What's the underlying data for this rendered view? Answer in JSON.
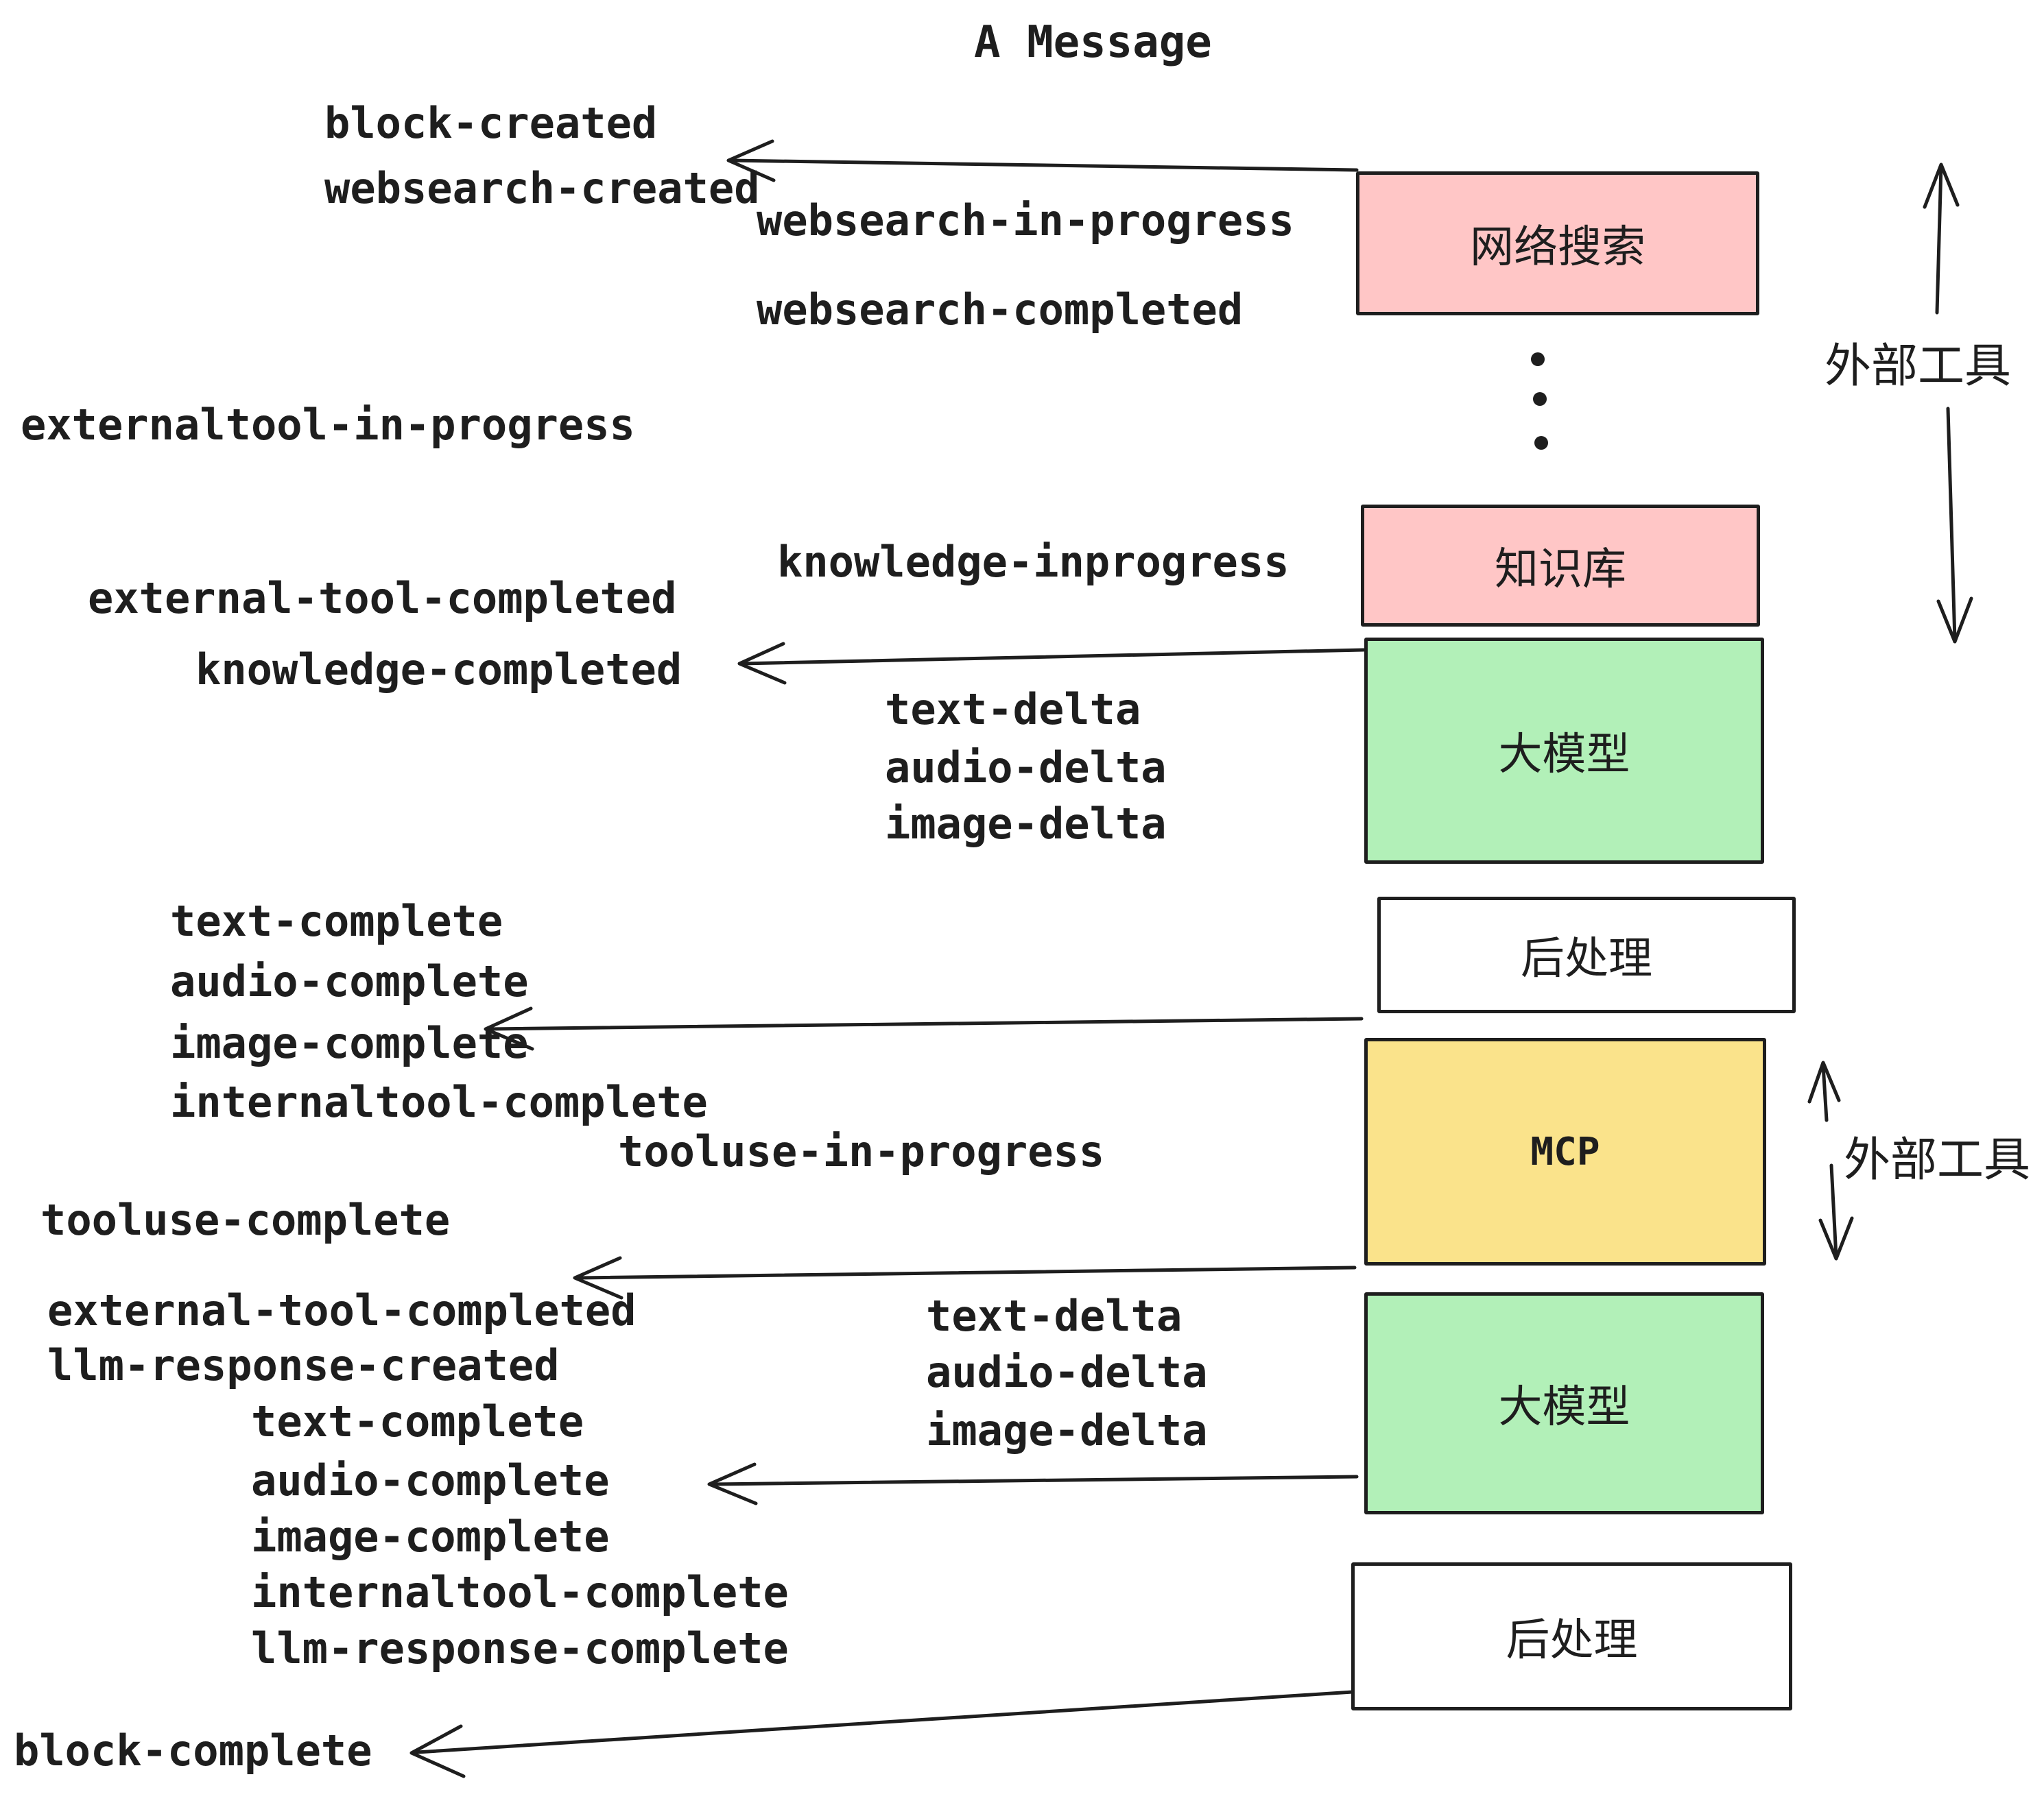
{
  "title": "A Message",
  "colors": {
    "ink": "#1E1E1E",
    "pink": "#FFC6C6",
    "green": "#B2F0B8",
    "yellow": "#FAE38B",
    "white": "#FFFFFF",
    "background": "#FFFFFF"
  },
  "boxes": [
    {
      "id": "websearch",
      "label": "网络搜索",
      "color": "#FFC6C6"
    },
    {
      "id": "knowledge",
      "label": "知识库",
      "color": "#FFC6C6"
    },
    {
      "id": "llm-1",
      "label": "大模型",
      "color": "#B2F0B8"
    },
    {
      "id": "postprocess-1",
      "label": "后处理",
      "color": "#FFFFFF"
    },
    {
      "id": "mcp",
      "label": "MCP",
      "color": "#FAE38B"
    },
    {
      "id": "llm-2",
      "label": "大模型",
      "color": "#B2F0B8"
    },
    {
      "id": "postprocess-2",
      "label": "后处理",
      "color": "#FFFFFF"
    }
  ],
  "side_annotations": [
    {
      "label": "外部工具"
    },
    {
      "label": "外部工具"
    }
  ],
  "event_labels": [
    {
      "text": "block-created"
    },
    {
      "text": "websearch-created"
    },
    {
      "text": "websearch-in-progress"
    },
    {
      "text": "websearch-completed"
    },
    {
      "text": "externaltool-in-progress"
    },
    {
      "text": "knowledge-inprogress"
    },
    {
      "text": "external-tool-completed"
    },
    {
      "text": "knowledge-completed"
    },
    {
      "text": "text-delta"
    },
    {
      "text": "audio-delta"
    },
    {
      "text": "image-delta"
    },
    {
      "text": "text-complete"
    },
    {
      "text": "audio-complete"
    },
    {
      "text": "image-complete"
    },
    {
      "text": "internaltool-complete"
    },
    {
      "text": "tooluse-in-progress"
    },
    {
      "text": "tooluse-complete"
    },
    {
      "text": "external-tool-completed"
    },
    {
      "text": "llm-response-created"
    },
    {
      "text": "text-complete"
    },
    {
      "text": "audio-complete"
    },
    {
      "text": "image-complete"
    },
    {
      "text": "internaltool-complete"
    },
    {
      "text": "llm-response-complete"
    },
    {
      "text": "block-complete"
    }
  ],
  "icons": {
    "flow_arrows": "left-arrow",
    "external_tool_spans": "double-vertical-arrow",
    "continuation": "vertical-ellipsis-dots"
  }
}
